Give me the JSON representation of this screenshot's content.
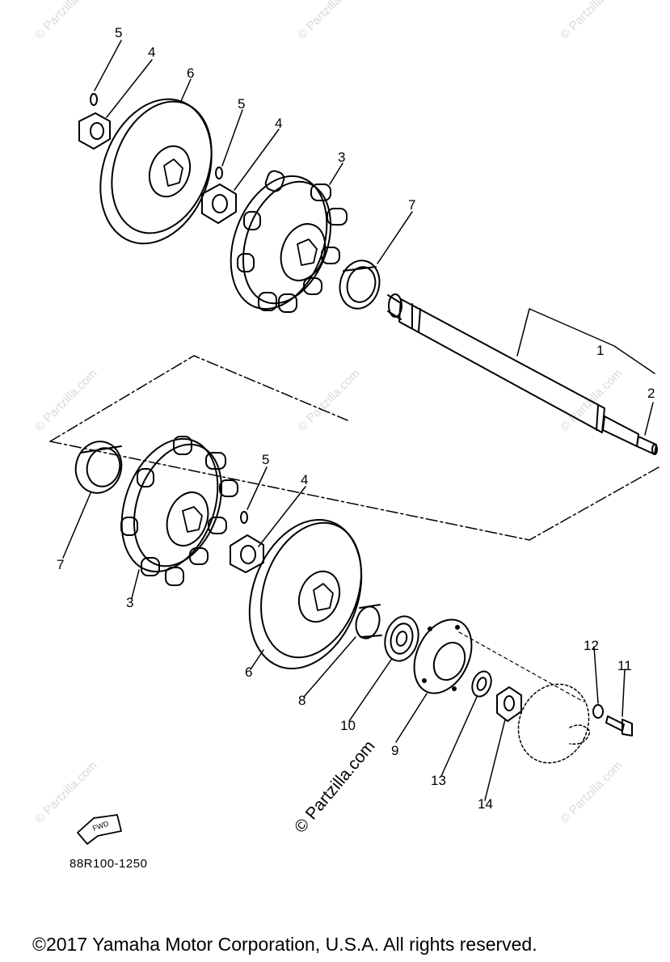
{
  "callouts": {
    "c1": "1",
    "c2": "2",
    "c3a": "3",
    "c3b": "3",
    "c4a": "4",
    "c4b": "4",
    "c4c": "4",
    "c5a": "5",
    "c5b": "5",
    "c5c": "5",
    "c6a": "6",
    "c6b": "6",
    "c7a": "7",
    "c7b": "7",
    "c8": "8",
    "c9": "9",
    "c10": "10",
    "c11": "11",
    "c12": "12",
    "c13": "13",
    "c14": "14"
  },
  "fwd_label": "FWD",
  "reference_code": "88R100-1250",
  "watermark": "© Partzilla.com",
  "copyright": "©2017  Yamaha Motor Corporation, U.S.A. All rights reserved."
}
